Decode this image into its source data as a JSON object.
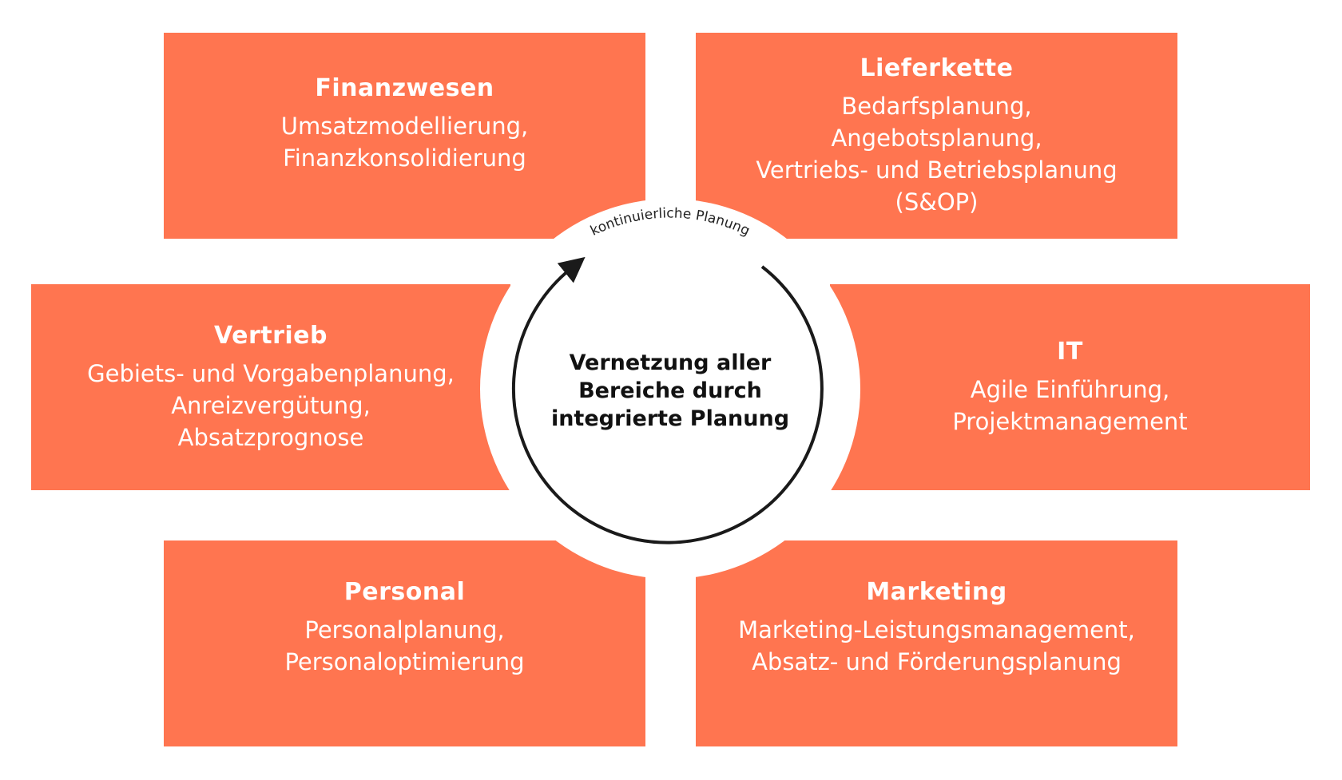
{
  "colors": {
    "box": "#FF7550",
    "ring": "#1a1a1a"
  },
  "boxes": {
    "finanzwesen": {
      "title": "Finanzwesen",
      "lines": [
        "Umsatzmodellierung,",
        "Finanzkonsolidierung"
      ]
    },
    "lieferkette": {
      "title": "Lieferkette",
      "lines": [
        "Bedarfsplanung,",
        "Angebotsplanung,",
        "Vertriebs- und Betriebsplanung",
        "(S&OP)"
      ]
    },
    "vertrieb": {
      "title": "Vertrieb",
      "lines": [
        "Gebiets- und Vorgabenplanung,",
        "Anreizvergütung,",
        "Absatzprognose"
      ]
    },
    "it": {
      "title": "IT",
      "lines": [
        "Agile Einführung,",
        "Projektmanagement"
      ]
    },
    "personal": {
      "title": "Personal",
      "lines": [
        "Personalplanung,",
        "Personaloptimierung"
      ]
    },
    "marketing": {
      "title": "Marketing",
      "lines": [
        "Marketing-Leistungsmanagement,",
        "Absatz- und Förderungsplanung"
      ]
    }
  },
  "center": {
    "cycle_label": "kontinuierliche Planung",
    "lines": [
      "Vernetzung aller",
      "Bereiche durch",
      "integrierte Planung"
    ]
  }
}
